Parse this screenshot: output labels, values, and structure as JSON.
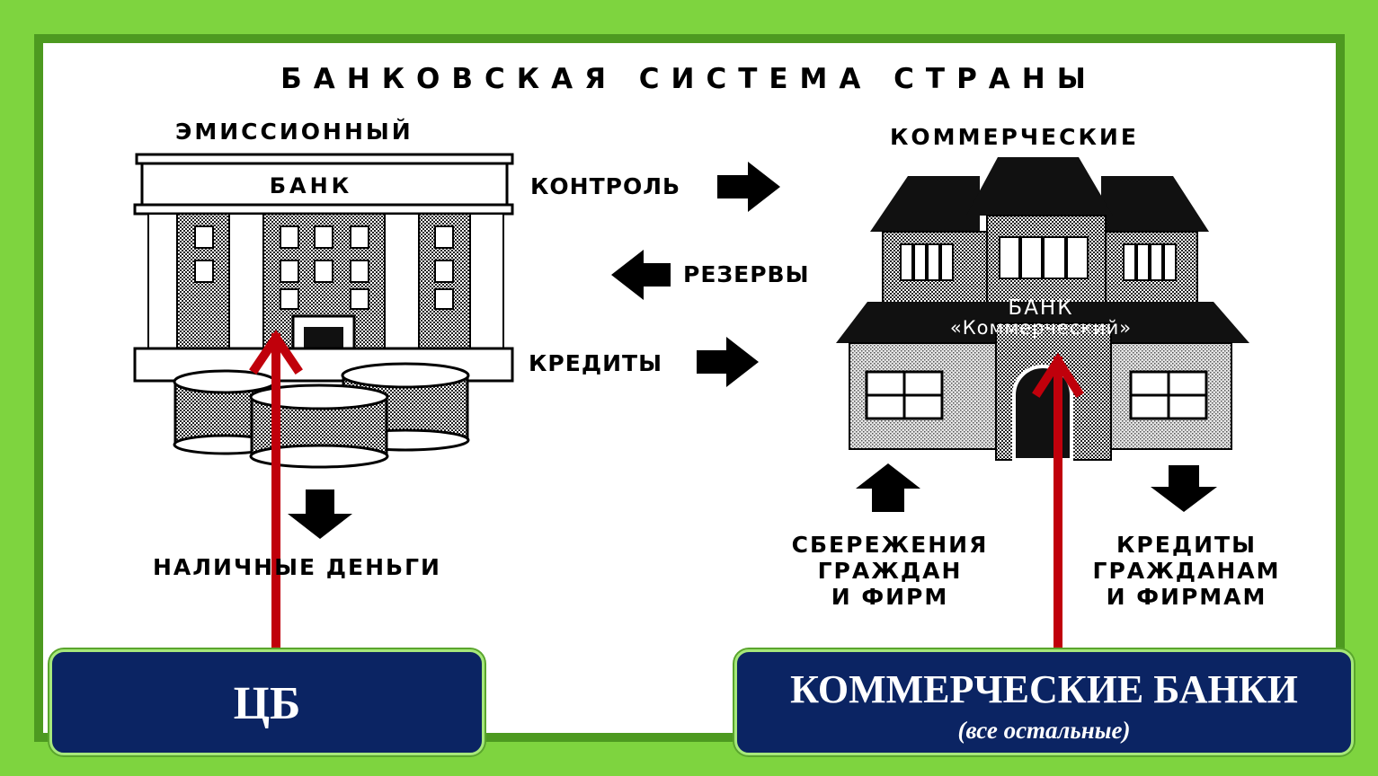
{
  "diagram": {
    "title": "БАНКОВСКАЯ СИСТЕМА СТРАНЫ",
    "emission_label": "ЭМИССИОННЫЙ",
    "bank_sign": "БАНК",
    "commercial_label": "КОММЕРЧЕСКИЕ",
    "commercial_sign_line1": "БАНК",
    "commercial_sign_line2": "«Коммерческий»",
    "flow_control": "КОНТРОЛЬ",
    "flow_reserves": "РЕЗЕРВЫ",
    "flow_credits": "КРЕДИТЫ",
    "cash": "НАЛИЧНЫЕ ДЕНЬГИ",
    "savings": [
      "СБЕРЕЖЕНИЯ",
      "ГРАЖДАН",
      "И ФИРМ"
    ],
    "loans": [
      "КРЕДИТЫ",
      "ГРАЖДАНАМ",
      "И ФИРМАМ"
    ]
  },
  "callouts": {
    "central_bank": "ЦБ",
    "commercial_banks": "КОММЕРЧЕСКИЕ БАНКИ",
    "commercial_banks_note": "(все остальные)"
  },
  "colors": {
    "outer_green": "#7ed43f",
    "frame_green": "#4d9a20",
    "callout_bg": "#0b2463",
    "pointer_red": "#c0000b"
  }
}
